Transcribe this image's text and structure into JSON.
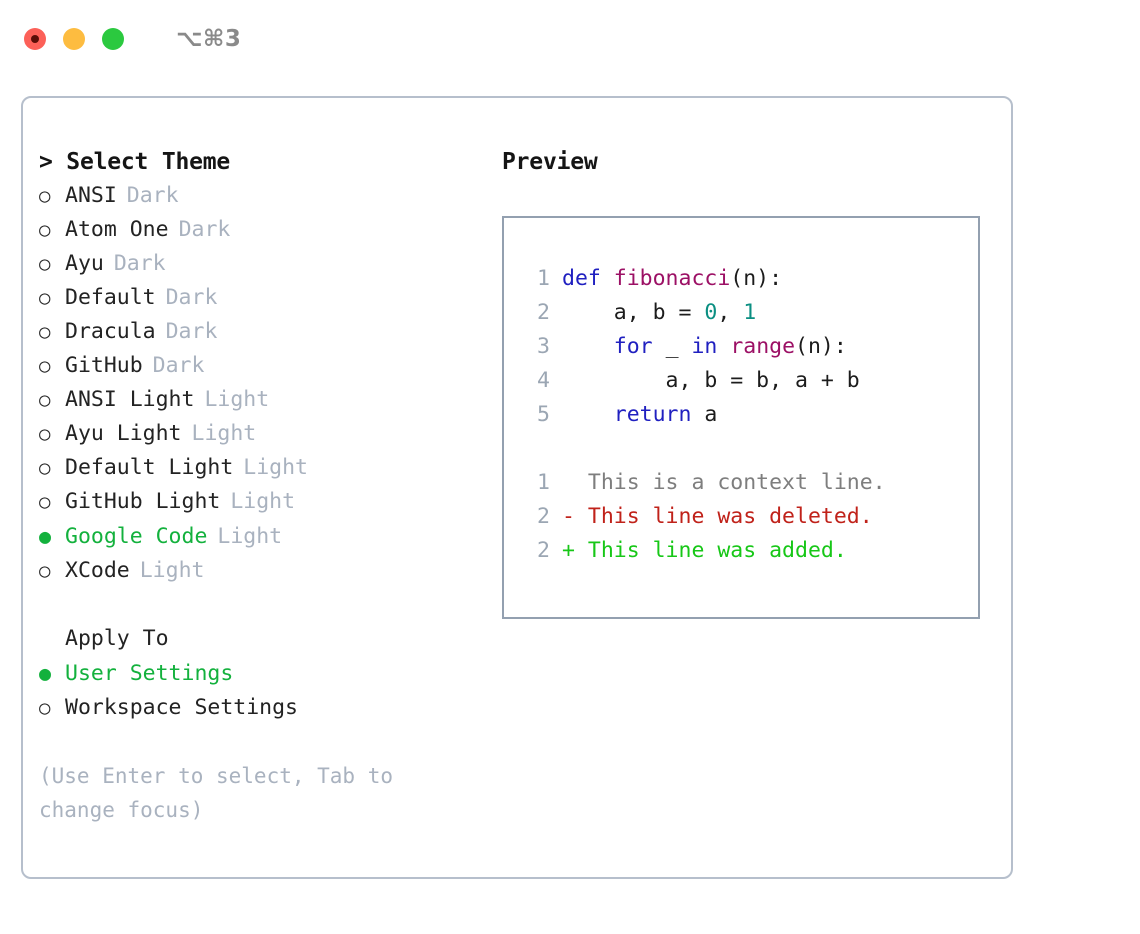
{
  "window": {
    "shortcut_label": "⌥⌘3",
    "traffic_lights": [
      {
        "name": "close",
        "color": "#fc6058"
      },
      {
        "name": "minimize",
        "color": "#fdbc40"
      },
      {
        "name": "maximize",
        "color": "#2bc93f"
      }
    ]
  },
  "theme_panel": {
    "heading": "> Select Theme",
    "options": [
      {
        "bullet": "○",
        "label": "ANSI",
        "variant": "Dark",
        "selected": false
      },
      {
        "bullet": "○",
        "label": "Atom One",
        "variant": "Dark",
        "selected": false
      },
      {
        "bullet": "○",
        "label": "Ayu",
        "variant": "Dark",
        "selected": false
      },
      {
        "bullet": "○",
        "label": "Default",
        "variant": "Dark",
        "selected": false
      },
      {
        "bullet": "○",
        "label": "Dracula",
        "variant": "Dark",
        "selected": false
      },
      {
        "bullet": "○",
        "label": "GitHub",
        "variant": "Dark",
        "selected": false
      },
      {
        "bullet": "○",
        "label": "ANSI Light",
        "variant": "Light",
        "selected": false
      },
      {
        "bullet": "○",
        "label": "Ayu Light",
        "variant": "Light",
        "selected": false
      },
      {
        "bullet": "○",
        "label": "Default Light",
        "variant": "Light",
        "selected": false
      },
      {
        "bullet": "○",
        "label": "GitHub Light",
        "variant": "Light",
        "selected": false
      },
      {
        "bullet": "●",
        "label": "Google Code",
        "variant": "Light",
        "selected": true
      },
      {
        "bullet": "○",
        "label": "XCode",
        "variant": "Light",
        "selected": false
      }
    ],
    "apply_to": {
      "heading": "Apply To",
      "options": [
        {
          "bullet": "●",
          "label": "User Settings",
          "selected": true
        },
        {
          "bullet": "○",
          "label": "Workspace Settings",
          "selected": false
        }
      ]
    },
    "hint": "(Use Enter to select, Tab to change focus)",
    "selected_color": "#13b13d",
    "muted_color": "#a9b2bf"
  },
  "preview_panel": {
    "heading": "Preview",
    "code_lines": [
      {
        "num": "1",
        "tokens": [
          {
            "t": "def ",
            "c": "kw"
          },
          {
            "t": "fibonacci",
            "c": "fn"
          },
          {
            "t": "(n):",
            "c": "txt"
          }
        ]
      },
      {
        "num": "2",
        "tokens": [
          {
            "t": "    a, b = ",
            "c": "txt"
          },
          {
            "t": "0",
            "c": "num"
          },
          {
            "t": ", ",
            "c": "txt"
          },
          {
            "t": "1",
            "c": "num"
          }
        ]
      },
      {
        "num": "3",
        "tokens": [
          {
            "t": "    ",
            "c": "txt"
          },
          {
            "t": "for",
            "c": "kw"
          },
          {
            "t": " _ ",
            "c": "txt"
          },
          {
            "t": "in",
            "c": "kw"
          },
          {
            "t": " ",
            "c": "txt"
          },
          {
            "t": "range",
            "c": "fn"
          },
          {
            "t": "(n):",
            "c": "txt"
          }
        ]
      },
      {
        "num": "4",
        "tokens": [
          {
            "t": "        a, b = b, a + b",
            "c": "txt"
          }
        ]
      },
      {
        "num": "5",
        "tokens": [
          {
            "t": "    ",
            "c": "txt"
          },
          {
            "t": "return",
            "c": "kw"
          },
          {
            "t": " a",
            "c": "txt"
          }
        ]
      }
    ],
    "diff_lines": [
      {
        "num": "1",
        "marker": " ",
        "text": " This is a context line.",
        "kind": "ctx"
      },
      {
        "num": "2",
        "marker": "-",
        "text": " This line was deleted.",
        "kind": "del"
      },
      {
        "num": "2",
        "marker": "+",
        "text": " This line was added.",
        "kind": "add"
      }
    ],
    "syntax_colors": {
      "keyword": "#2020c0",
      "function": "#9c1065",
      "number": "#0b8f82",
      "text": "#1c1c1c",
      "line_number": "#9ba6b3",
      "diff_context": "#7e7e7e",
      "diff_deleted": "#c0221a",
      "diff_added": "#17c717"
    }
  }
}
